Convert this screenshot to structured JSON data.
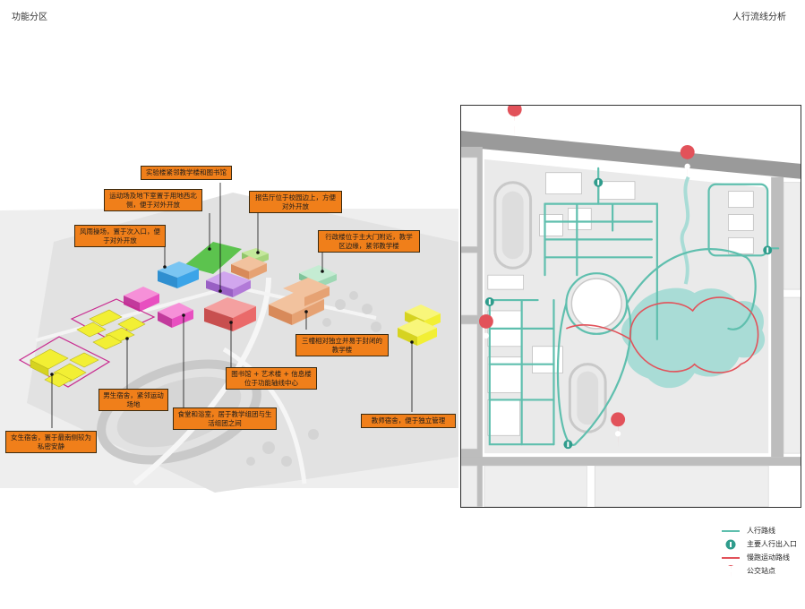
{
  "left_title": "功能分区",
  "right_title": "人行流线分析",
  "callouts": [
    {
      "id": "lab",
      "text": "实验楼紧邻教学楼和图书馆"
    },
    {
      "id": "sports",
      "text": "运动场及地下室置于用地西北侧，便于对外开放"
    },
    {
      "id": "auditorium",
      "text": "报告厅位于校园边上，方便对外开放"
    },
    {
      "id": "rain",
      "text": "风雨操场，置于次入口，便于对外开放"
    },
    {
      "id": "admin",
      "text": "行政楼位于主大门附近，教学区边缘，紧邻教学楼"
    },
    {
      "id": "teach",
      "text": "三幢相对独立并易于封闭的教学楼"
    },
    {
      "id": "library",
      "text": "图书馆 + 艺术楼 + 信息楼位于功能轴线中心"
    },
    {
      "id": "boys",
      "text": "男生宿舍，紧邻运动场地"
    },
    {
      "id": "canteen",
      "text": "食堂和浴室，居于教学组团与生活组团之间"
    },
    {
      "id": "girls",
      "text": "女生宿舍，置于最南侧较为私密安静"
    },
    {
      "id": "teachers",
      "text": "教师宿舍，便于独立管理"
    }
  ],
  "legend": [
    {
      "symbol": "line-teal",
      "label": "人行路线"
    },
    {
      "symbol": "entry-icon",
      "label": "主要人行出入口"
    },
    {
      "symbol": "line-red",
      "label": "慢跑运动路线"
    },
    {
      "symbol": "bus-stop-icon",
      "label": "公交站点"
    }
  ],
  "colors": {
    "callout": "#f07f1a",
    "teal": "#5fbfae",
    "red": "#e2525a",
    "lake": "#a9dcd6",
    "pink": "#e84fc0",
    "yellow": "#f2ef34",
    "blue": "#3ba4e8",
    "purple": "#b27ad8",
    "salmon": "#ea6a6a",
    "tan": "#e6a273",
    "mint": "#9ed8b4",
    "green": "#5cc34e"
  }
}
